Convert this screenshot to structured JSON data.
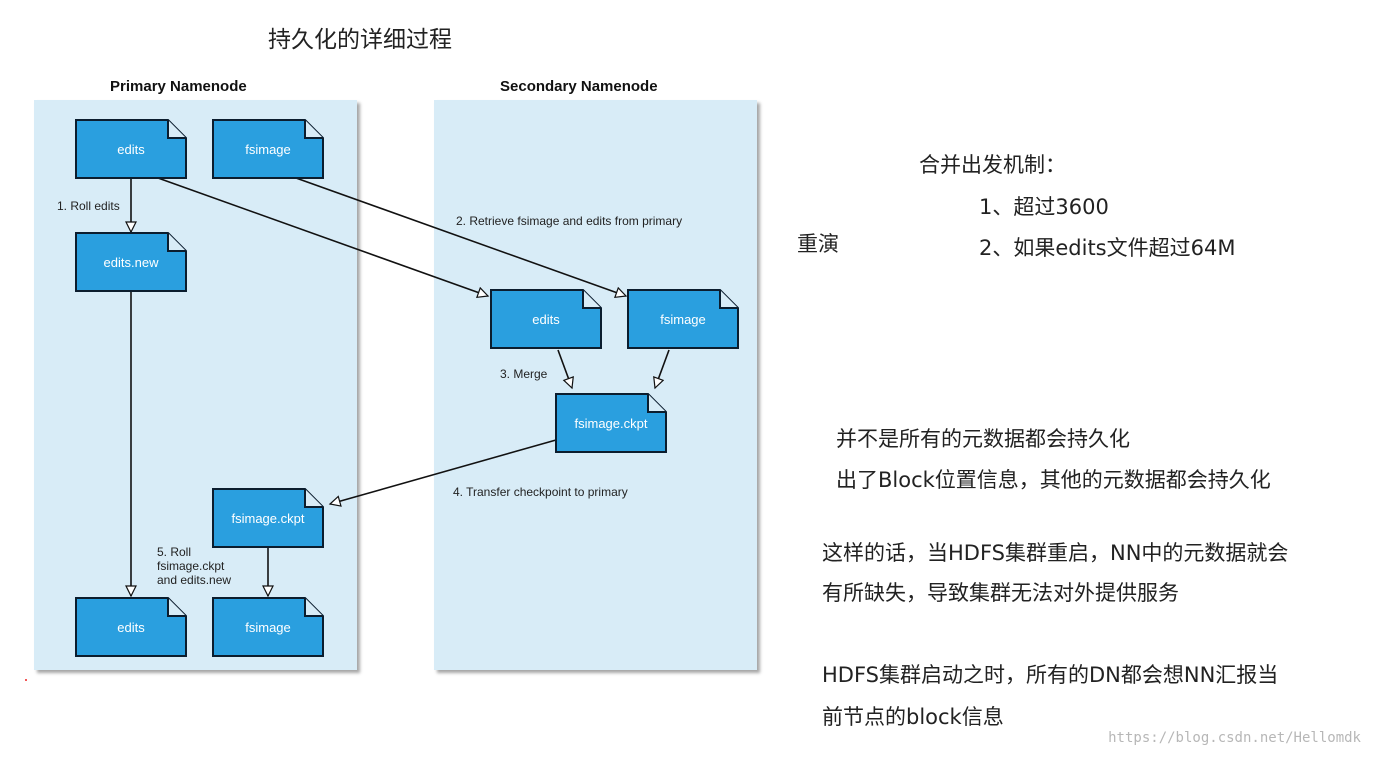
{
  "title": "持久化的详细过程",
  "primary": {
    "title": "Primary Namenode"
  },
  "secondary": {
    "title": "Secondary Namenode"
  },
  "files": {
    "p_edits": "edits",
    "p_fsimage": "fsimage",
    "p_edits_new": "edits.new",
    "p_ckpt": "fsimage.ckpt",
    "p_edits_final": "edits",
    "p_fsimage_final": "fsimage",
    "s_edits": "edits",
    "s_fsimage": "fsimage",
    "s_ckpt": "fsimage.ckpt"
  },
  "steps": {
    "roll_edits": "1. Roll edits",
    "retrieve": "2. Retrieve fsimage and edits from primary",
    "merge": "3. Merge",
    "transfer": "4. Transfer checkpoint to primary",
    "roll_ckpt": "5. Roll\nfsimage.ckpt\nand edits.new"
  },
  "notes": {
    "replay": "重演",
    "trigger_title": "合并出发机制：",
    "trigger_1": "1、超过3600",
    "trigger_2": "2、如果edits文件超过64M",
    "not_all_1": "并不是所有的元数据都会持久化",
    "not_all_2": "出了Block位置信息，其他的元数据都会持久化",
    "restart_1": "这样的话，当HDFS集群重启，NN中的元数据就会",
    "restart_2": "有所缺失，导致集群无法对外提供服务",
    "startup_1": "HDFS集群启动之时，所有的DN都会想NN汇报当",
    "startup_2": "前节点的block信息"
  },
  "watermark": "https://blog.csdn.net/Hellomdk",
  "colors": {
    "panel": "#d8ecf7",
    "file_fill": "#2a9fdf",
    "file_border": "#0b1d2e",
    "arrow": "#111111"
  }
}
